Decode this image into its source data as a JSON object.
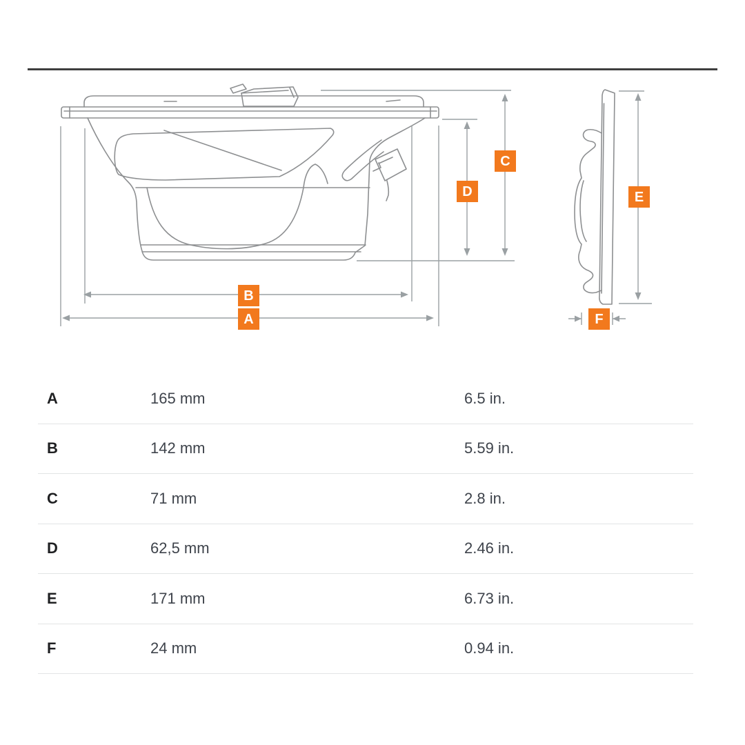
{
  "colors": {
    "accent_orange": "#f2791d",
    "dimension_line_gray": "#9aa0a3",
    "drawing_line_gray": "#8d8f91",
    "top_rule_dark": "#3e3e3e",
    "table_divider": "#e2e4e5"
  },
  "diagram": {
    "description": "speaker-dimension-drawing",
    "markers": {
      "a": "A",
      "b": "B",
      "c": "C",
      "d": "D",
      "e": "E",
      "f": "F"
    }
  },
  "table": {
    "rows": [
      {
        "label": "A",
        "metric": "165 mm",
        "imperial": "6.5 in."
      },
      {
        "label": "B",
        "metric": "142 mm",
        "imperial": "5.59 in."
      },
      {
        "label": "C",
        "metric": "71 mm",
        "imperial": "2.8 in."
      },
      {
        "label": "D",
        "metric": "62,5 mm",
        "imperial": "2.46 in."
      },
      {
        "label": "E",
        "metric": "171 mm",
        "imperial": "6.73 in."
      },
      {
        "label": "F",
        "metric": "24 mm",
        "imperial": "0.94 in."
      }
    ]
  }
}
